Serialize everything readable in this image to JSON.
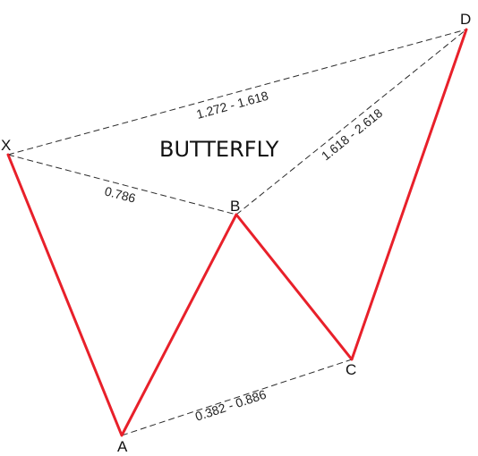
{
  "title": "BUTTERFLY",
  "points": {
    "X": "X",
    "A": "A",
    "B": "B",
    "C": "C",
    "D": "D"
  },
  "ratios": {
    "xb": "0.786",
    "ac": "0.382 - 0.886",
    "bd": "1.618 - 2.618",
    "xd": "1.272 - 1.618"
  },
  "colors": {
    "legs": "#e8202a",
    "projections": "#2b2b2b"
  }
}
